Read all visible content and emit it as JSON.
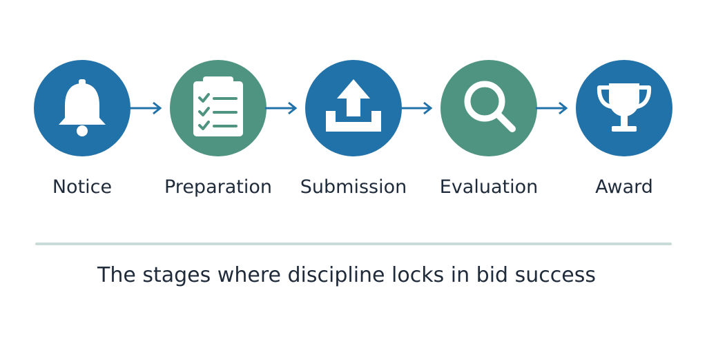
{
  "colors": {
    "blue": "#2272aa",
    "green": "#4e9480",
    "divider": "#c9dcd7",
    "text": "#1f2b3a",
    "icon": "#ffffff"
  },
  "stages": [
    {
      "label": "Notice",
      "icon": "bell-icon",
      "color": "blue"
    },
    {
      "label": "Preparation",
      "icon": "checklist-icon",
      "color": "green"
    },
    {
      "label": "Submission",
      "icon": "upload-icon",
      "color": "blue"
    },
    {
      "label": "Evaluation",
      "icon": "magnifier-icon",
      "color": "green"
    },
    {
      "label": "Award",
      "icon": "trophy-icon",
      "color": "blue"
    }
  ],
  "caption": "The stages where discipline locks in bid success"
}
